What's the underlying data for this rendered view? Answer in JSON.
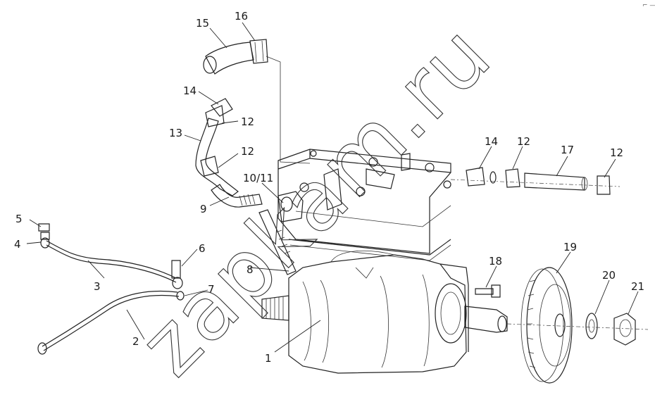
{
  "watermark": "zapkam.ru",
  "corner_mark": "⌐ —",
  "callouts": {
    "c1": "1",
    "c2": "2",
    "c3": "3",
    "c4": "4",
    "c5": "5",
    "c6": "6",
    "c7": "7",
    "c8": "8",
    "c9": "9",
    "c10_11": "10/11",
    "c12a": "12",
    "c12b": "12",
    "c12c": "12",
    "c12d": "12",
    "c13": "13",
    "c14a": "14",
    "c14b": "14",
    "c15": "15",
    "c16": "16",
    "c17": "17",
    "c18": "18",
    "c19": "19",
    "c20": "20",
    "c21": "21"
  }
}
